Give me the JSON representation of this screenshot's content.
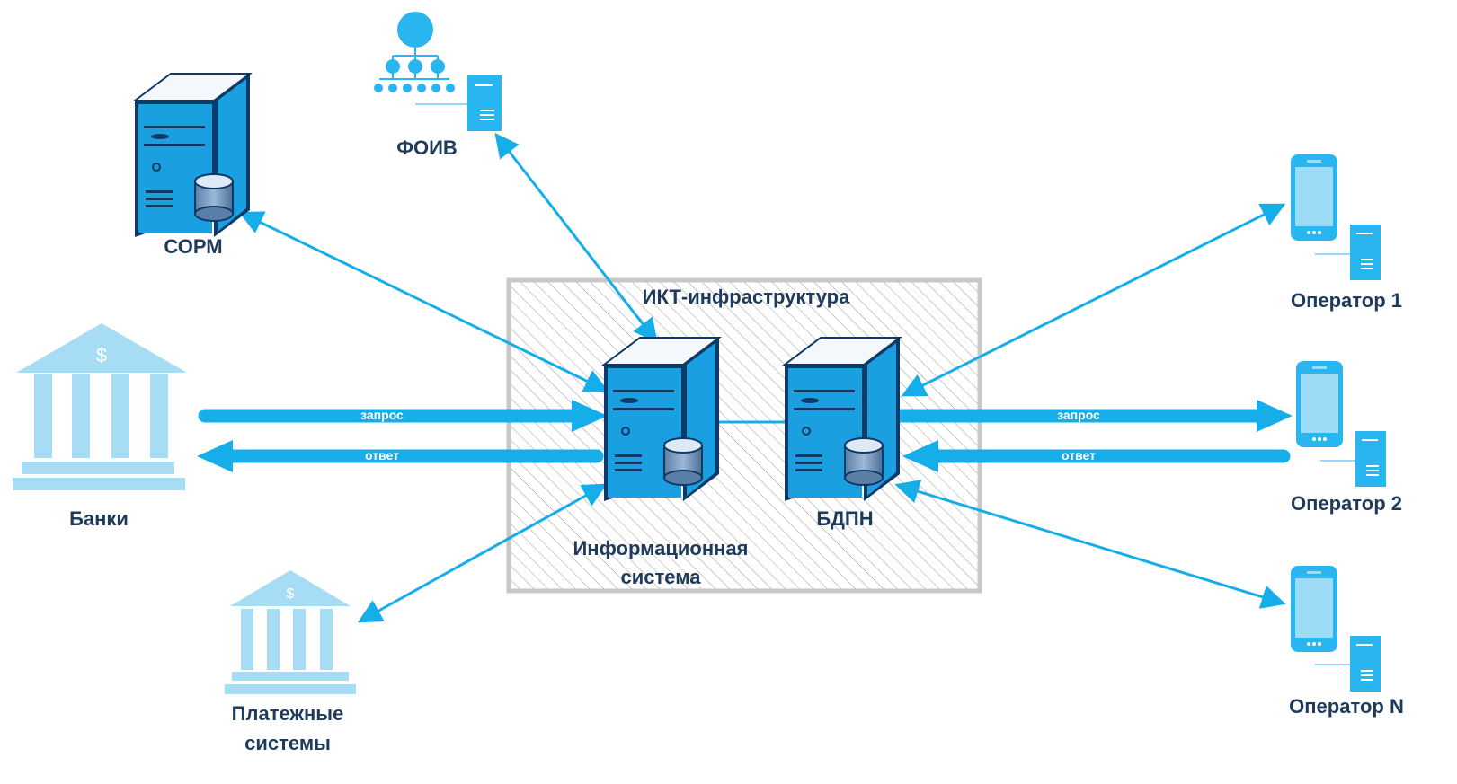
{
  "infrastructure": {
    "title": "ИКТ-инфраструктура"
  },
  "nodes": {
    "sorm": "СОРМ",
    "foiv": "ФОИВ",
    "banks": "Банки",
    "payment_systems_line1": "Платежные",
    "payment_systems_line2": "системы",
    "info_system_line1": "Информационная",
    "info_system_line2": "система",
    "bdpn": "БДПН",
    "operator1": "Оператор 1",
    "operator2": "Оператор 2",
    "operatorN": "Оператор N"
  },
  "arrows": {
    "left_request": "запрос",
    "left_response": "ответ",
    "right_request": "запрос",
    "right_response": "ответ"
  },
  "icons": {
    "dollar_sign_1": "$",
    "dollar_sign_2": "$"
  },
  "colors": {
    "arrow": "#15aee8",
    "server_front": "#1a9fe0",
    "text": "#1f3b5c",
    "bank": "#a7dcf5",
    "phone": "#29b6f0",
    "hatch_border": "#c8c8c8"
  }
}
